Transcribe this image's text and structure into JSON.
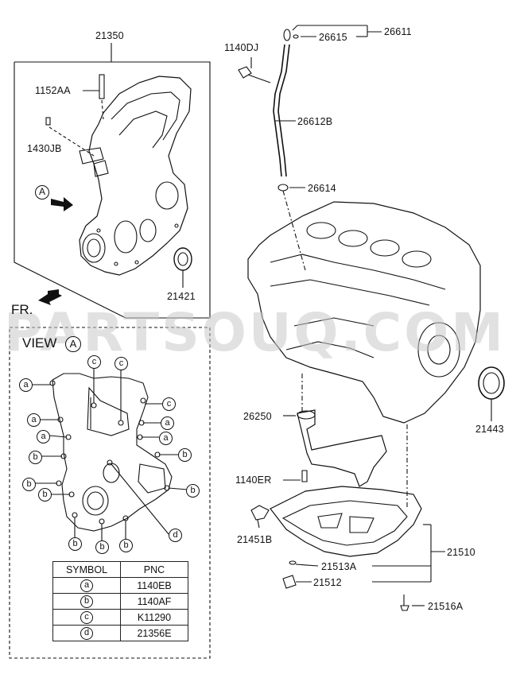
{
  "watermark": "PARTSOUQ.COM",
  "view_label": "VIEW",
  "view_marker": "A",
  "front_label": "FR.",
  "callouts": {
    "p21350": "21350",
    "p1152AA": "1152AA",
    "p1430JB": "1430JB",
    "p21421": "21421",
    "p1140DJ": "1140DJ",
    "p26615": "26615",
    "p26611": "26611",
    "p26612B": "26612B",
    "p26614": "26614",
    "p21443": "21443",
    "p26250": "26250",
    "p1140ER": "1140ER",
    "p21451B": "21451B",
    "p21510": "21510",
    "p21513A": "21513A",
    "p21512": "21512",
    "p21516A": "21516A"
  },
  "legend": {
    "headers": [
      "SYMBOL",
      "PNC"
    ],
    "rows": [
      {
        "symbol": "a",
        "pnc": "1140EB"
      },
      {
        "symbol": "b",
        "pnc": "1140AF"
      },
      {
        "symbol": "c",
        "pnc": "K11290"
      },
      {
        "symbol": "d",
        "pnc": "21356E"
      }
    ]
  },
  "symbols": {
    "a": "a",
    "b": "b",
    "c": "c",
    "d": "d"
  }
}
